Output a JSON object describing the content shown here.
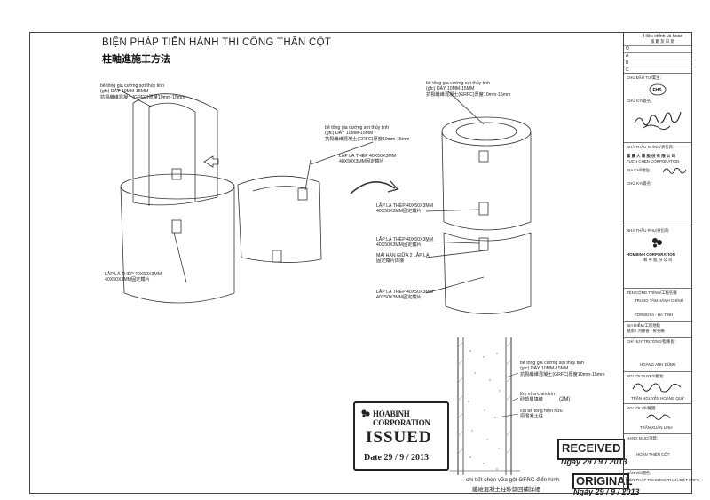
{
  "header": {
    "title_vn": "BIỆN PHÁP TIẾN HÀNH THI CÔNG THÂN CỘT",
    "title_cn": "柱軸進施工方法"
  },
  "drawing": {
    "grfc_label_line1": "bê tông gia cường sợi thủy tinh",
    "grfc_label_line2": "(gfc) DÀY 10MM-15MM",
    "grfc_label_line3": "抗裂纖維混凝土(GRFC)厚度10mm-15mm",
    "grfc_mid_line1": "bê tông gia cường sợi thủy tinh",
    "grfc_mid_line2": "(gfc) DÀY 10MM-15MM",
    "grfc_mid_line3": "抗裂纖維混凝土(GRFC)厚度10mm-15mm",
    "steel_label_line1": "LẮP LÁ THÉP 40X50X3MM",
    "steel_label_line2": "40X50X3MM固定鐵片",
    "steel_left_line1": "LẮP LÁ THÉP 40X50X3MM",
    "steel_left_line2": "40X50X3MM固定鐵片",
    "right_top_line1": "bê tông gia cường sợi thủy tinh",
    "right_top_line2": "(gfc) DÀY 10MM-15MM",
    "right_top_line3": "抗裂纖維混凝土(GRFC)厚度10mm-15mm",
    "steel_r1_line1": "LẮP LÁ THÉP 40X50X3MM",
    "steel_r1_line2": "40X50X3MM固定鐵片",
    "steel_r2_line1": "LẮP LÁ THÉP 40X50X3MM",
    "steel_r2_line2": "40X50X3MM固定鐵片",
    "joint_line1": "MÁI HÀN GIỮA 2 LẮP LÁ",
    "joint_line2": "固定鐵片焊接",
    "steel_r3_line1": "LẮP LÁ THÉP 40X50X3MM",
    "steel_r3_line2": "40X50X3MM固定鐵片",
    "section_grfc_line1": "bê tông gia cường sợi thủy tinh",
    "section_grfc_line2": "(gfc) DÀY 10MM-15MM",
    "section_grfc_line3": "抗裂纖維混凝土(GRFC)厚度10mm-15mm",
    "section_mortar_line1": "lớp vữa chèn kín",
    "section_mortar_line2": "砂漿層填縫",
    "section_mortar_note": "(2M)",
    "section_col_line1": "cột bê tông hiện hữu",
    "section_col_line2": "原混凝土柱",
    "detail_vn": "chi tiết chèn vữa gột GFRC điển hình",
    "detail_cn": "纖維混凝土柱砂漿回補詳細"
  },
  "title_block": {
    "revision_header": "Hiệu chỉnh và hoàn",
    "revision_header_cn": "版 數 及 日 期",
    "rev_rows": [
      "O",
      "A",
      "B",
      "C"
    ],
    "owner_label": "CHỦ ĐẦU TƯ/業主:",
    "owner_sign_label": "CHỮ KÝ/簽名:",
    "contractor_label": "NHÀ THẦU CHÍNH/承包商:",
    "contractor_name": "富 晨 大 理 股 份 有 限 公 司",
    "contractor_name_en": "FUCH CHEN CORPORATION",
    "address_label": "ĐỊA CHỈ/地址:",
    "sign_label": "CHỮ KÝ/簽名:",
    "subcontractor_label": "NHÀ THẦU PHỤ/分包商:",
    "sub_name": "HOMBINH CORPORATION",
    "sub_name_cn": "和 平 股 份 公 司",
    "project_label": "TÊN CÔNG TRÌNH/工程名稱",
    "project_name_1": "TRUNG TÂM HÀNH CHÍNH",
    "project_name_2": "FORMOSA - HÀ TĨNH",
    "location_label": "ĐỊA ĐIỂM/工程地點",
    "location_value": "越南 / 河靜省 - 奇英縣",
    "chief_label": "CHỈ HUY TRƯỞNG/指揮長:",
    "chief_name": "HOÀNG ANH DŨNG",
    "approver_label": "NGƯỜI DUYỆT/批准:",
    "approver_name": "TRẦN NGUYỄN HOÀNG QUÝ",
    "drawer_label": "NGƯỜI VẼ/繪圖:",
    "drawer_name": "TRẦN XUÂN LINH",
    "item_label": "HẠNG MỤC/項目:",
    "item_value": "HOÀN THIỆN CỘT",
    "drawing_label": "BẢN VẼ/圖名:",
    "drawing_value": "BIỆN PHÁP THI CÔNG THÂN CỘT GRFC"
  },
  "stamps": {
    "corp": "HOABINH CORPORATION",
    "issued": "ISSUED",
    "issued_date": "Date 29 / 9 / 2013",
    "received": "RECEIVED",
    "received_date": "Ngày 29 / 9 / 2013",
    "original": "ORIGINAL",
    "original_date": "Ngày 29 / 9 / 2013"
  }
}
